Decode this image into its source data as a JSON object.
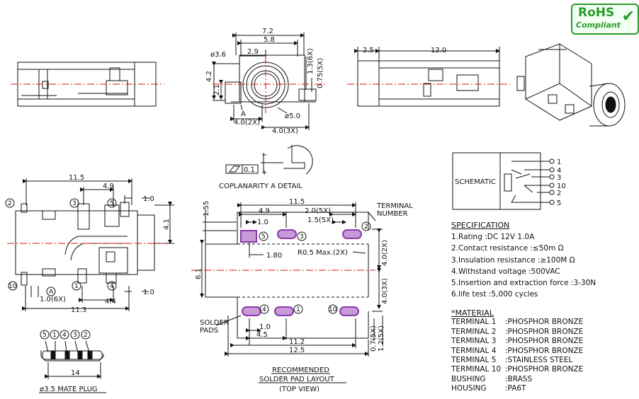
{
  "rohs": {
    "line1": "RoHS",
    "line2": "Compliant",
    "check": "✔"
  },
  "front_view": {
    "dim_width": "7.2",
    "dim_5_8": "5.8",
    "dim_2_9": "2.9",
    "dim_dia36": "ø3.6",
    "dim_4_2": "4.2",
    "dim_2_1": "2.1",
    "dim_1_3": "1.3(6X)",
    "dim_0_75": "0.75(5X)",
    "label_a": "A",
    "dim_dia50": "ø5.0",
    "dim_4_0_2x": "4.0(2X)",
    "dim_4_0_3x": "4.0(3X)"
  },
  "side_view": {
    "dim_2_5": "2.5",
    "dim_12_0": "12.0"
  },
  "coplanarity": {
    "tol_value": "0.1",
    "caption": "COPLANARITY  A DETAIL",
    "minus": "−",
    "plus": "+"
  },
  "top_view": {
    "dim_11_5": "11.5",
    "dim_4_9": "4.9",
    "dim_1_0a": "1.0",
    "dim_4_1": "4.1",
    "dim_1_0_6x": "1.0(6X)",
    "dim_4_4": "4.4",
    "dim_1_0b": "1.0",
    "dim_11_3": "11.3",
    "label_a": "A",
    "pins": [
      "2",
      "3",
      "5",
      "10",
      "1",
      "4"
    ]
  },
  "pad_layout": {
    "dim_1_55": "1.55",
    "dim_11_5": "11.5",
    "dim_4_9": "4.9",
    "dim_1_0": "1.0",
    "dim_2_0_5x": "2.0(5X)",
    "dim_1_5_5x": "1.5(5X)",
    "terminal_number": "TERMINAL\nNUMBER",
    "terminal_number_l1": "TERMINAL",
    "terminal_number_l2": "NUMBER",
    "dim_1_80": "1.80",
    "radius": "R0.5 Max.(2X)",
    "dim_6_1": "6.1",
    "dim_4_0_2x": "4.0(2X)",
    "dim_4_0_3x": "4.0(3X)",
    "solder_pads_l1": "SOLDER",
    "solder_pads_l2": "PADS",
    "dim_1_0b": "1.0",
    "dim_4_5": "4.5",
    "dim_11_2": "11.2",
    "dim_12_5": "12.5",
    "dim_0_7_5x": "0.7(5X)",
    "dim_1_2_5x": "1.2(5X)",
    "pins": [
      "5",
      "3",
      "2",
      "4",
      "1",
      "10"
    ],
    "caption_1": "RECOMMENDED",
    "caption_2": "SOLDER PAD LAYOUT",
    "caption_3": "(TOP VIEW)"
  },
  "plug": {
    "pins": [
      "5",
      "1",
      "4",
      "3",
      "2"
    ],
    "dim_14": "14",
    "caption": "ø3.5 MATE PLUG"
  },
  "schematic": {
    "label": "SCHEMATIC",
    "pins": [
      "1",
      "4",
      "3",
      "10",
      "2",
      "5"
    ]
  },
  "specification": {
    "heading": "SPECIFICATION",
    "items": [
      "1.Rating  :DC 12V 1.0A",
      "2.Contact resistance :≤50m Ω",
      "3.Insulation resistance :≥100M Ω",
      "4.Withstand voltage :500VAC",
      "5.Insertion and extraction force :3-30N",
      "6.life test :5,000 cycles"
    ]
  },
  "material": {
    "heading": "*MATERIAL",
    "rows": [
      {
        "key": "TERMINAL 1",
        "value": ":PHOSPHOR BRONZE"
      },
      {
        "key": "TERMINAL 2",
        "value": ":PHOSPHOR BRONZE"
      },
      {
        "key": "TERMINAL 3",
        "value": ":PHOSPHOR BRONZE"
      },
      {
        "key": "TERMINAL 4",
        "value": ":PHOSPHOR BRONZE"
      },
      {
        "key": "TERMINAL 5",
        "value": ":STAINLESS STEEL"
      },
      {
        "key": "TERMINAL 10",
        "value": ":PHOSPHOR BRONZE"
      },
      {
        "key": "BUSHING",
        "value": ":BRASS"
      },
      {
        "key": "HOUSING",
        "value": ":PA6T"
      }
    ]
  },
  "colors": {
    "centerline": "#e01010",
    "pad_fill": "#c79ad8",
    "pad_stroke": "#8a3aa8",
    "rohs_green": "#2a9a2a"
  }
}
